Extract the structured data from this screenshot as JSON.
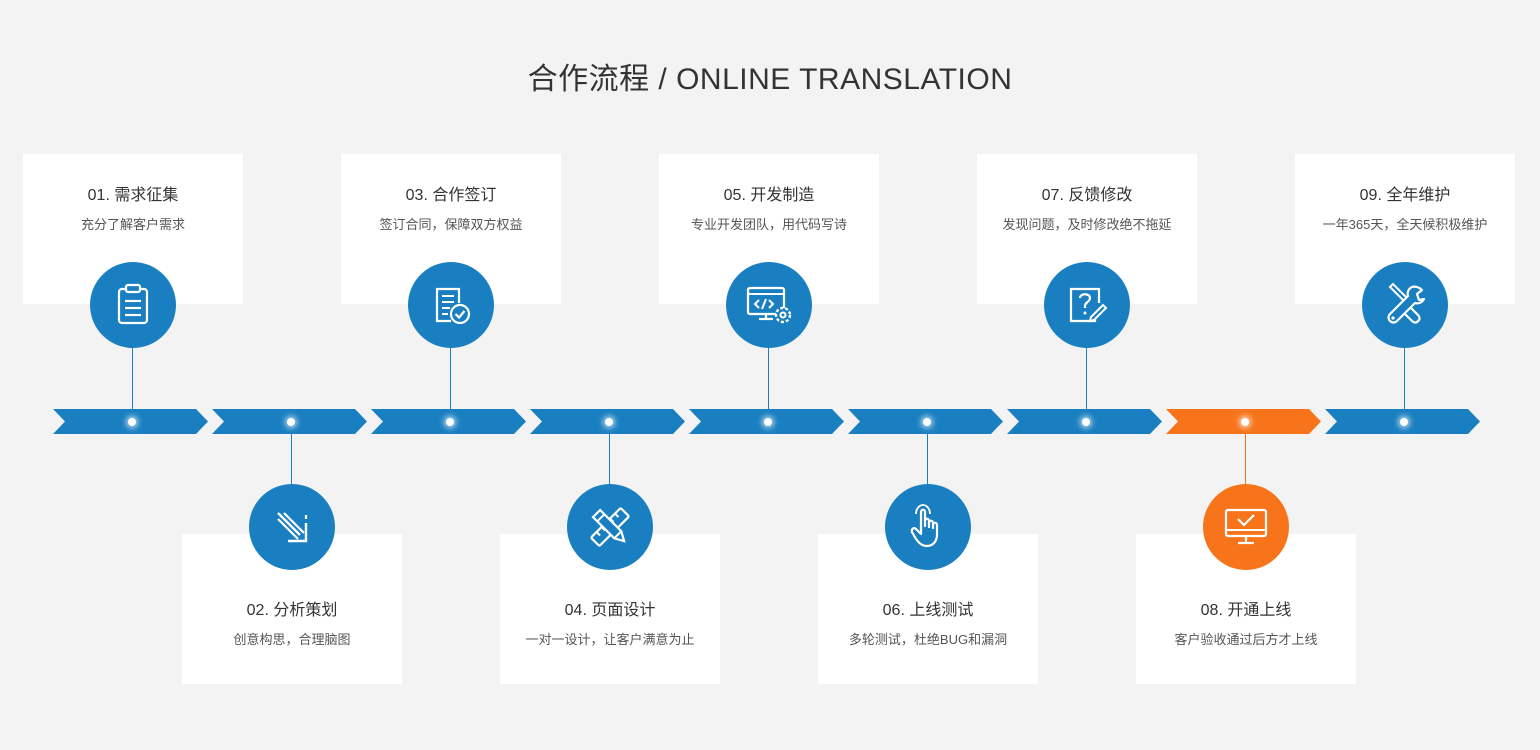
{
  "header": {
    "title": "合作流程 / ONLINE TRANSLATION"
  },
  "colors": {
    "primary": "#1a7fc1",
    "highlight": "#f7741b",
    "background": "#f3f3f3",
    "card": "#ffffff"
  },
  "steps": [
    {
      "title": "01. 需求征集",
      "desc": "充分了解客户需求",
      "icon": "clipboard-icon",
      "highlight": false
    },
    {
      "title": "02. 分析策划",
      "desc": "创意构思，合理脑图",
      "icon": "diagonal-arrow-icon",
      "highlight": false
    },
    {
      "title": "03. 合作签订",
      "desc": "签订合同，保障双方权益",
      "icon": "contract-check-icon",
      "highlight": false
    },
    {
      "title": "04. 页面设计",
      "desc": "一对一设计，让客户满意为止",
      "icon": "pencil-ruler-icon",
      "highlight": false
    },
    {
      "title": "05. 开发制造",
      "desc": "专业开发团队，用代码写诗",
      "icon": "code-monitor-gear-icon",
      "highlight": false
    },
    {
      "title": "06. 上线测试",
      "desc": "多轮测试，杜绝BUG和漏洞",
      "icon": "pointing-hand-icon",
      "highlight": false
    },
    {
      "title": "07. 反馈修改",
      "desc": "发现问题，及时修改绝不拖延",
      "icon": "question-edit-icon",
      "highlight": false
    },
    {
      "title": "08. 开通上线",
      "desc": "客户验收通过后方才上线",
      "icon": "monitor-check-icon",
      "highlight": true
    },
    {
      "title": "09. 全年维护",
      "desc": "一年365天，全天候积极维护",
      "icon": "tools-icon",
      "highlight": false
    }
  ]
}
